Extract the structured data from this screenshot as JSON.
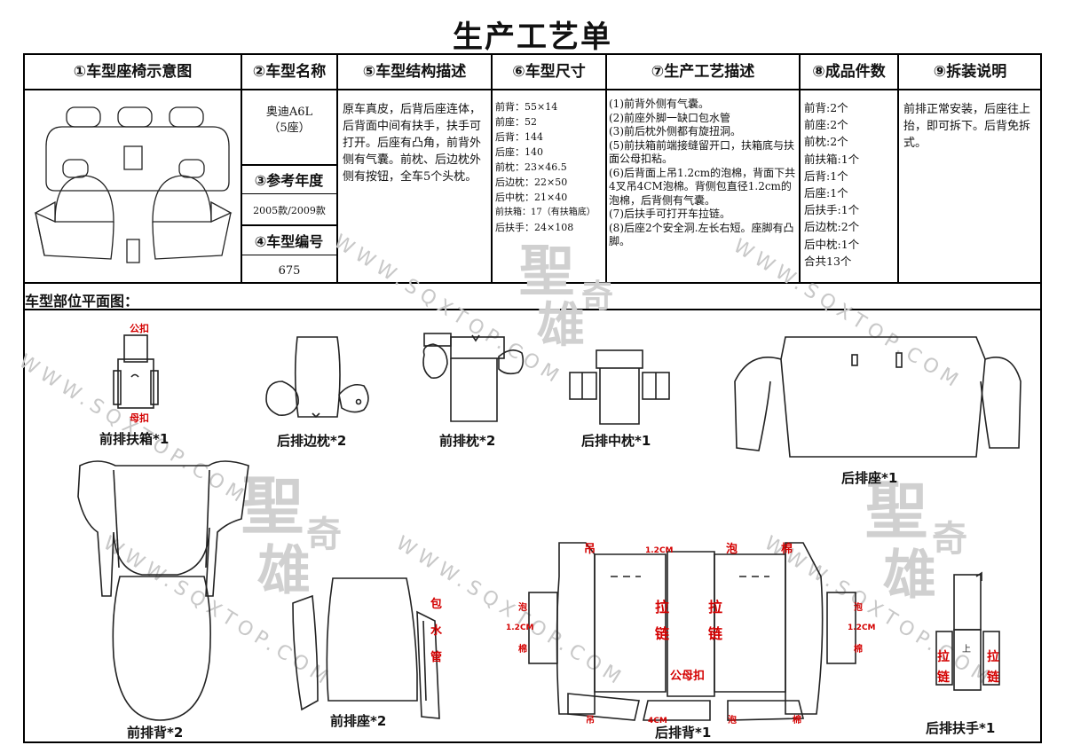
{
  "title": "生产工艺单",
  "headers": [
    "①车型座椅示意图",
    "②车型名称",
    "⑤车型结构描述",
    "⑥车型尺寸",
    "⑦生产工艺描述",
    "⑧成品件数",
    "⑨拆装说明"
  ],
  "model": {
    "name_line1": "奥迪A6L",
    "name_line2": "（5座）",
    "ref_year_label": "③参考年度",
    "ref_year": "2005款/2009款",
    "code_label": "④车型编号",
    "code": "675"
  },
  "structure": "原车真皮，后背后座连体，后背面中间有扶手，扶手可打开。后座有凸角，前背外侧有气囊。前枕、后边枕外侧有按钮，全车5个头枕。",
  "sizes": [
    "前背：55×14",
    "前座：52",
    "后背：144",
    "后座：140",
    "前枕：23×46.5",
    "后边枕：22×50",
    "后中枕：21×40",
    "前扶箱：17（有扶箱底）",
    "后扶手：24×108"
  ],
  "process": [
    "(1)前背外侧有气囊。",
    "(2)前座外脚一缺口包水管",
    "(3)前后枕外侧都有旋扭洞。",
    "(5)前扶箱前端接缝留开口，扶箱底与扶面公母扣粘。",
    "(6)后背面上吊1.2cm的泡棉，背面下共4叉吊4CM泡棉。背侧包直径1.2cm的泡棉，后背侧有气囊。",
    "(7)后扶手可打开车拉链。",
    "(8)后座2个安全洞.左长右短。座脚有凸脚。"
  ],
  "counts": [
    "前背:2个",
    "前座:2个",
    "前枕:2个",
    "前扶箱:1个",
    "后背:1个",
    "后座:1个",
    "后扶手:1个",
    "后边枕:2个",
    "后中枕:1个",
    "合共13个"
  ],
  "install": "前排正常安装，后座往上抬，即可拆下。后背免拆式。",
  "section_label": "车型部位平面图：",
  "parts": {
    "front_armbox": "前排扶箱*1",
    "rear_side_pillow": "后排边枕*2",
    "front_pillow": "前排枕*2",
    "rear_mid_pillow": "后排中枕*1",
    "rear_seat": "后排座*1",
    "front_back": "前排背*2",
    "front_seat": "前排座*2",
    "rear_back": "后排背*1",
    "rear_armrest": "后排扶手*1"
  },
  "annotations": {
    "armbox_top": "公扣",
    "armbox_bottom": "母扣",
    "wrap_water_pipe": "包水管",
    "hang": "吊",
    "size_12cm": "1.2CM",
    "foam": "泡",
    "foam2": "棉",
    "zipper_1": "拉",
    "zipper_2": "链",
    "snap": "公母扣",
    "size_4cm": "4CM",
    "top": "上"
  },
  "watermark": {
    "url": "WWW.SQXTOP.COM",
    "brand1": "聖",
    "brand2": "奇",
    "brand3": "雄"
  }
}
